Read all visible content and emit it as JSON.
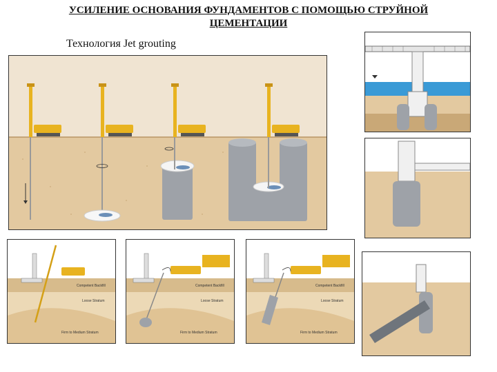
{
  "header": {
    "title_line1": "УСИЛЕНИЕ ОСНОВАНИЯ ФУНДАМЕНТОВ С ПОМОЩЬЮ СТРУЙНОЙ",
    "title_line2": "ЦЕМЕНТАЦИИ",
    "subtitle": "Технология Jet grouting"
  },
  "strata": {
    "competent_backfill": "Competent Backfill",
    "loose_stratum": "Loose Stratum",
    "firm_medium_stratum": "Firm to Medium Stratum"
  },
  "colors": {
    "soil": "#e3c9a0",
    "soil_dark": "#c9a877",
    "rig": "#e8b320",
    "column": "#9ea2a8",
    "water": "#3a9ad6"
  }
}
